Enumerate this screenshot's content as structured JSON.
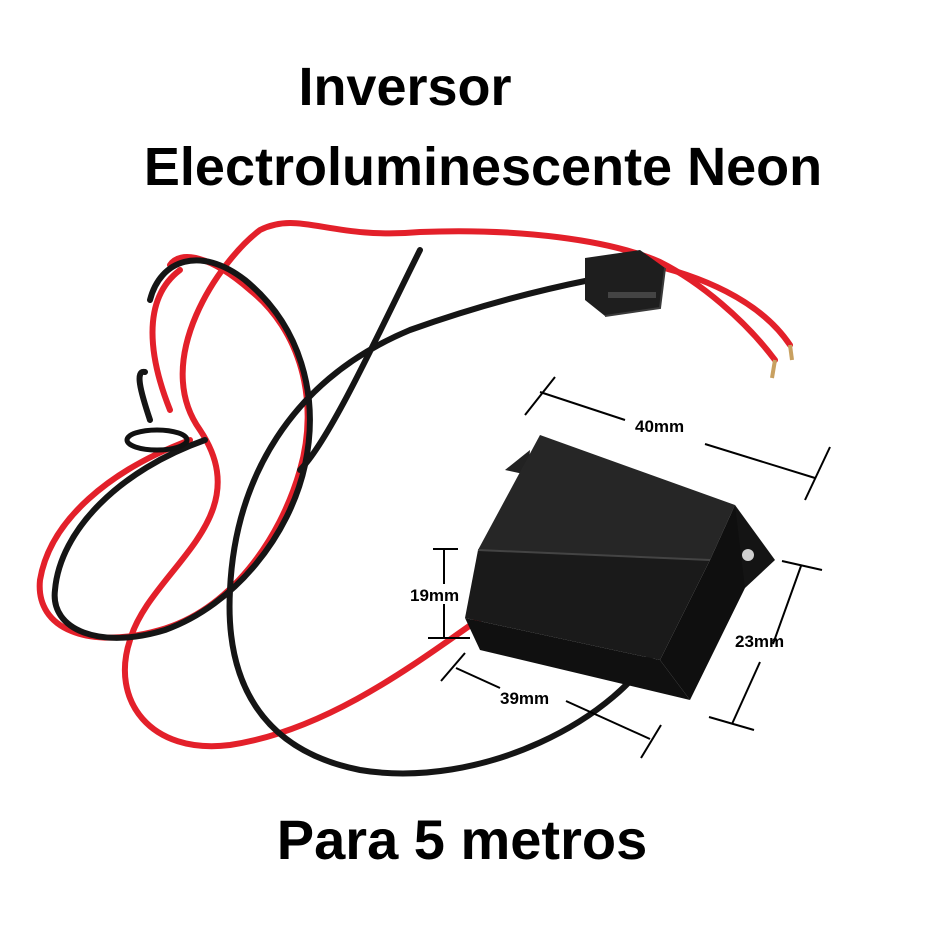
{
  "title_line1": "Inversor",
  "title_line2": "Electroluminescente Neon",
  "footer": "Para 5 metros",
  "dimensions": {
    "length_top": "40mm",
    "length_bottom": "39mm",
    "height": "19mm",
    "width": "23mm"
  },
  "colors": {
    "wire_red": "#e3202a",
    "wire_black": "#151515",
    "housing": "#1b1b1b"
  }
}
